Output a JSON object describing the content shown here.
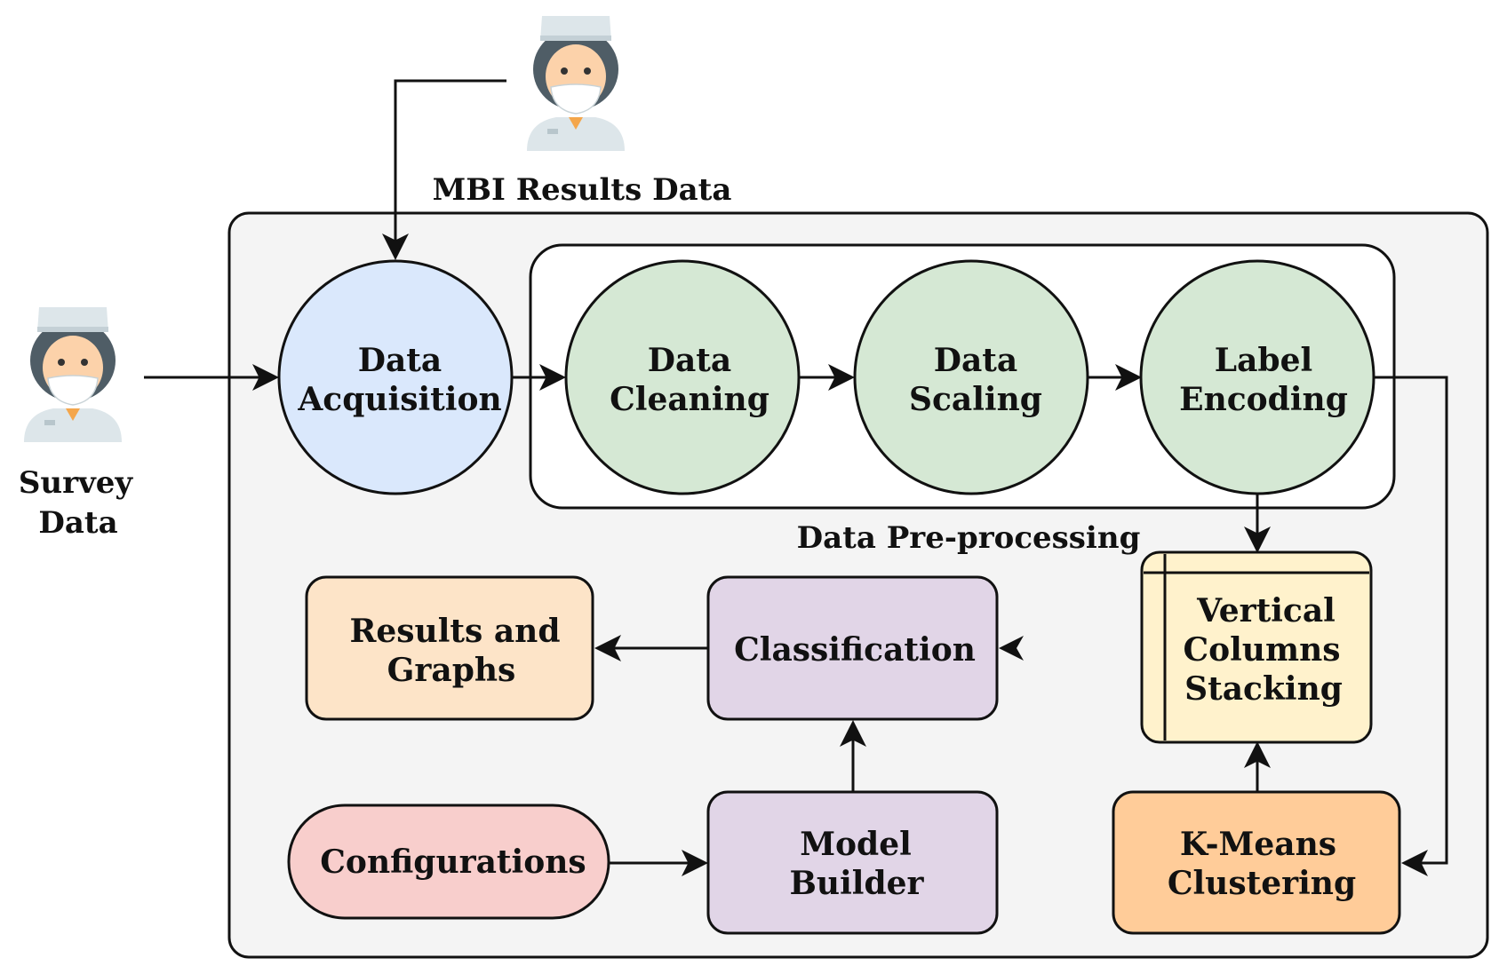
{
  "labels": {
    "mbi_results": "MBI Results Data",
    "survey_line1": "Survey",
    "survey_line2": "Data",
    "preprocessing": "Data Pre-processing"
  },
  "nodes": {
    "acquisition": {
      "line1": "Data",
      "line2": "Acquisition"
    },
    "cleaning": {
      "line1": "Data",
      "line2": "Cleaning"
    },
    "scaling": {
      "line1": "Data",
      "line2": "Scaling"
    },
    "encoding": {
      "line1": "Label",
      "line2": "Encoding"
    },
    "stacking": {
      "line1": "Vertical",
      "line2": "Columns",
      "line3": "Stacking"
    },
    "kmeans": {
      "line1": "K-Means",
      "line2": "Clustering"
    },
    "classification": {
      "line1": "Classification"
    },
    "results": {
      "line1": "Results and",
      "line2": "Graphs"
    },
    "model_builder": {
      "line1": "Model",
      "line2": "Builder"
    },
    "configurations": {
      "line1": "Configurations"
    }
  },
  "icons": {
    "top_person": "nurse-icon",
    "left_person": "nurse-icon"
  },
  "colors": {
    "acquisition_fill": "#dae8fc",
    "preprocess_fill": "#d5e8d4",
    "stacking_fill": "#fff2cc",
    "kmeans_fill": "#ffcc99",
    "purple_fill": "#e1d5e7",
    "results_fill": "#fde4c8",
    "config_fill": "#f8cecc",
    "container_fill": "#f4f4f4"
  }
}
